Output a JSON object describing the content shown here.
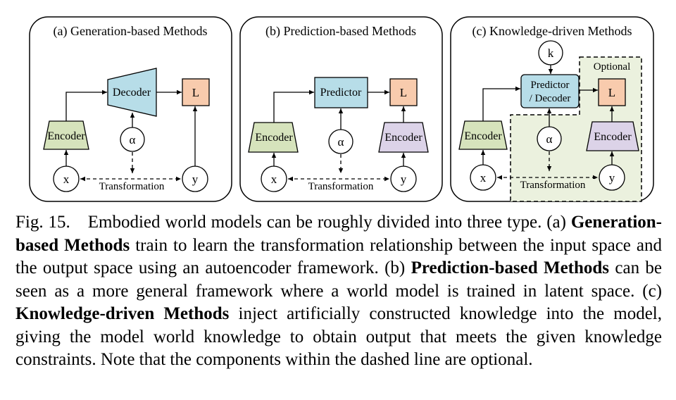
{
  "panels": [
    {
      "title": "(a) Generation-based Methods",
      "decoder": "Decoder",
      "loss": "L",
      "encoder": "Encoder",
      "alpha": "α",
      "x": "x",
      "y": "y",
      "transformation": "Transformation"
    },
    {
      "title": "(b) Prediction-based Methods",
      "predictor": "Predictor",
      "loss": "L",
      "encoder_left": "Encoder",
      "encoder_right": "Encoder",
      "alpha": "α",
      "x": "x",
      "y": "y",
      "transformation": "Transformation"
    },
    {
      "title": "(c) Knowledge-driven Methods",
      "k": "k",
      "optional": "Optional",
      "predictor_line1": "Predictor",
      "predictor_line2": "/ Decoder",
      "loss": "L",
      "encoder_left": "Encoder",
      "encoder_right": "Encoder",
      "alpha": "α",
      "x": "x",
      "y": "y",
      "transformation": "Transformation"
    }
  ],
  "caption": {
    "intro": "Fig. 15. Embodied world models can be roughly divided into three type. (a) ",
    "term_a": "Generation-based Methods",
    "text_a": " train to learn the transformation relationship between the input space and the output space using an autoencoder framework. (b) ",
    "term_b": "Prediction-based Methods",
    "text_b": " can be seen as a more general framework where a world model is trained in latent space. (c) ",
    "term_c": "Knowledge-driven Methods",
    "text_c": " inject artificially constructed knowledge into the model, giving the model world knowledge to obtain output that meets the given knowledge constraints. Note that the components within the dashed line are optional."
  },
  "colors": {
    "decoder": "#b7dde8",
    "loss": "#f8cbad",
    "encoder_green": "#d6e3bc",
    "encoder_purple": "#dcd3e8",
    "optional_region": "#ebf1de",
    "panel_border": "#000000"
  }
}
